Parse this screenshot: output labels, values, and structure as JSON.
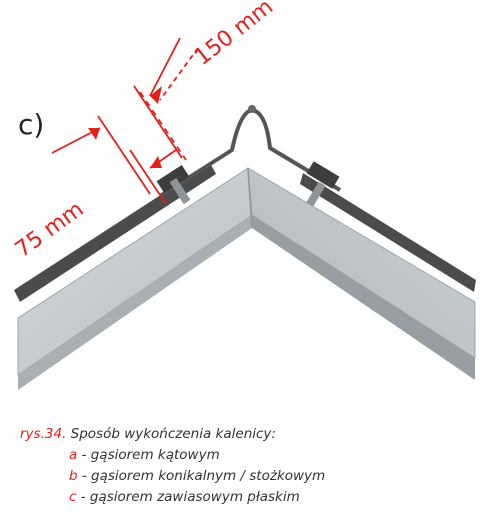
{
  "diagram": {
    "panel_label": "c)",
    "dimension_150": "150 mm",
    "dimension_75": "75 mm"
  },
  "caption": {
    "figure_ref": "rys.34.",
    "title": "Sposób wykończenia kalenicy:",
    "items": [
      {
        "letter": "a",
        "text": " - gąsiorem kątowym"
      },
      {
        "letter": "b",
        "text": " - gąsiorem konikalnym / stożkowym"
      },
      {
        "letter": "c",
        "text": " - gąsiorem zawiasowym płaskim"
      }
    ]
  },
  "colors": {
    "dimension": "#e3201b",
    "roof_board": "#c9ced1",
    "sheet": "#4a4a4a"
  }
}
